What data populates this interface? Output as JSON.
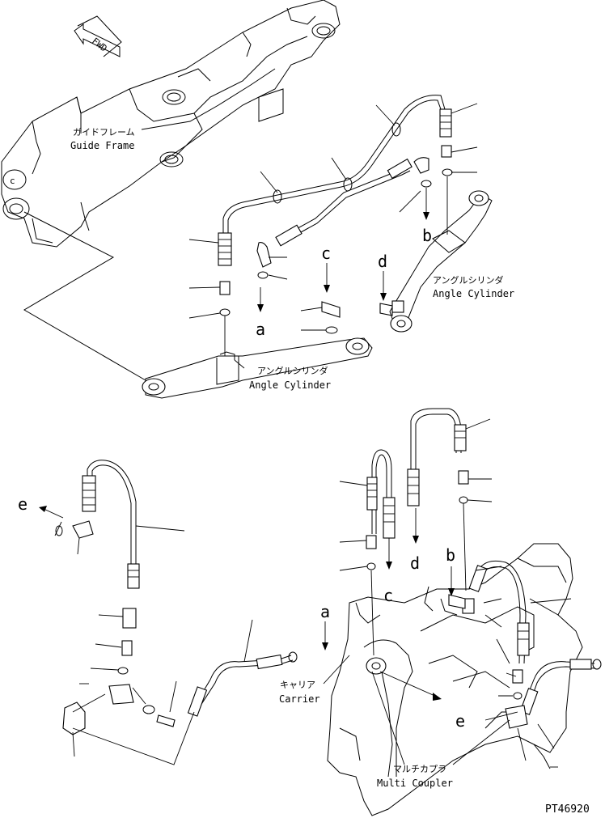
{
  "labels": {
    "guide_frame_jp": "ガイドフレーム",
    "guide_frame_en": "Guide Frame",
    "angle_cyl_jp": "アングルシリンダ",
    "angle_cyl_en": "Angle Cylinder",
    "carrier_jp": "キャリア",
    "carrier_en": "Carrier",
    "multi_coupler_jp": "マルチカプラ",
    "multi_coupler_en": "Multi Coupler",
    "fwd": "FWD",
    "code": "PT46920"
  },
  "letters": {
    "a": "a",
    "b": "b",
    "c": "c",
    "d": "d",
    "e": "e"
  }
}
